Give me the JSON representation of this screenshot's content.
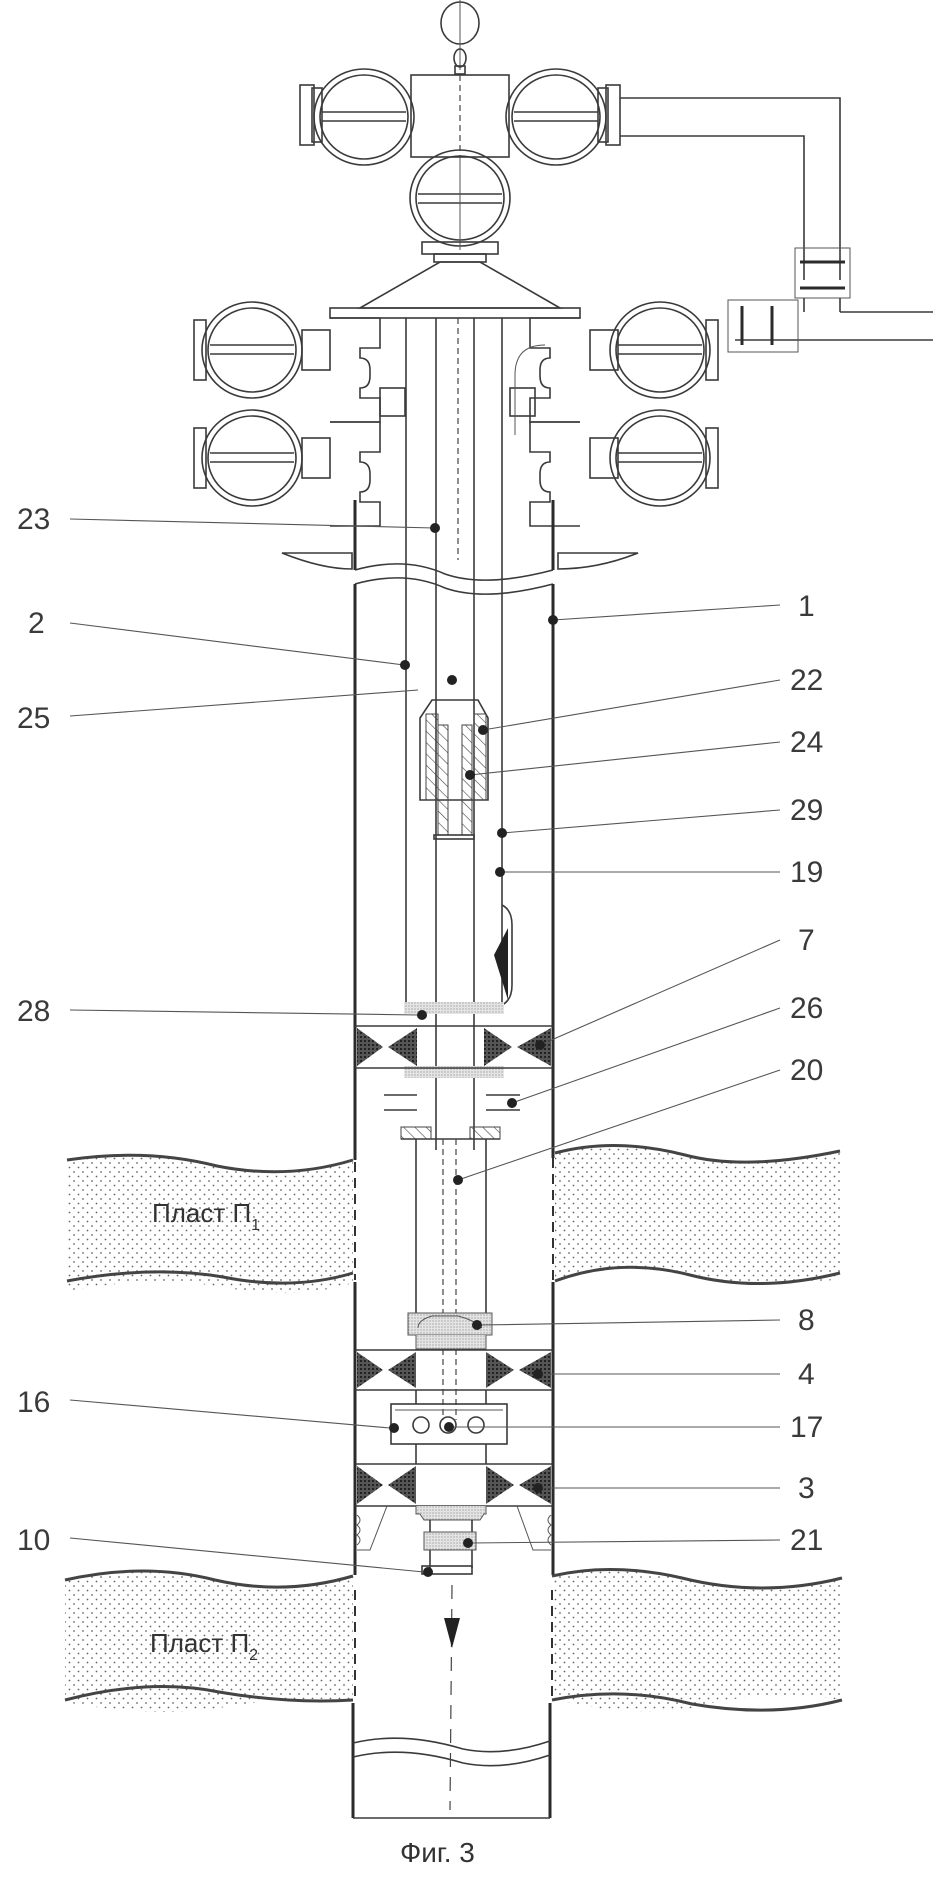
{
  "figure": {
    "caption": "Фиг. 3",
    "layers": [
      {
        "id": "P1",
        "label_main": "Пласт П",
        "label_sub": "1"
      },
      {
        "id": "P2",
        "label_main": "Пласт П",
        "label_sub": "2"
      }
    ],
    "callouts_left": [
      {
        "label": "23"
      },
      {
        "label": "2"
      },
      {
        "label": "25"
      },
      {
        "label": "28"
      },
      {
        "label": "16"
      },
      {
        "label": "10"
      }
    ],
    "callouts_right": [
      {
        "label": "1"
      },
      {
        "label": "22"
      },
      {
        "label": "24"
      },
      {
        "label": "29"
      },
      {
        "label": "19"
      },
      {
        "label": "7"
      },
      {
        "label": "26"
      },
      {
        "label": "20"
      },
      {
        "label": "8"
      },
      {
        "label": "4"
      },
      {
        "label": "17"
      },
      {
        "label": "3"
      },
      {
        "label": "21"
      }
    ],
    "colors": {
      "line": "#3a3a3a",
      "packer_fill": "#3c3c3c",
      "stipple_fill": "#cfcfcf",
      "background": "#ffffff"
    }
  }
}
